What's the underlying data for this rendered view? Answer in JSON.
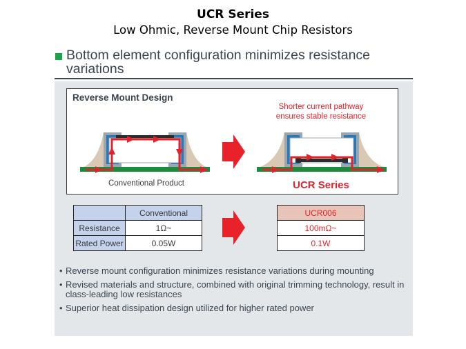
{
  "header": {
    "title": "UCR Series",
    "subtitle": "Low Ohmic, Reverse Mount Chip Resistors"
  },
  "headline": {
    "bullet_color": "#1aa54a",
    "text": "Bottom element configuration minimizes resistance variations"
  },
  "diagram": {
    "title": "Reverse Mount Design",
    "conventional_caption": "Conventional Product",
    "ucr_note_line1": "Shorter current pathway",
    "ucr_note_line2": "ensures stable resistance",
    "ucr_caption": "UCR Series",
    "colors": {
      "current_arrow": "#e0242c",
      "pcb": "#1d8a3c",
      "solder": "#d9c8b4",
      "electrode": "#2a78b8",
      "terminal_frame": "#9aa6b0",
      "resistive_element": "#2b2b2b"
    }
  },
  "conventional_table": {
    "header": "Conventional",
    "rows": [
      {
        "label": "Resistance",
        "value": "1Ω~"
      },
      {
        "label": "Rated Power",
        "value": "0.05W"
      }
    ]
  },
  "ucr_table": {
    "header": "UCR006",
    "rows": [
      {
        "value": "100mΩ~"
      },
      {
        "value": "0.1W"
      }
    ]
  },
  "bullets": [
    "Reverse mount configuration minimizes resistance variations during mounting",
    "Revised materials and structure, combined with original trimming technology, result in class-leading low resistances",
    "Superior heat dissipation design utilized for higher rated power"
  ]
}
